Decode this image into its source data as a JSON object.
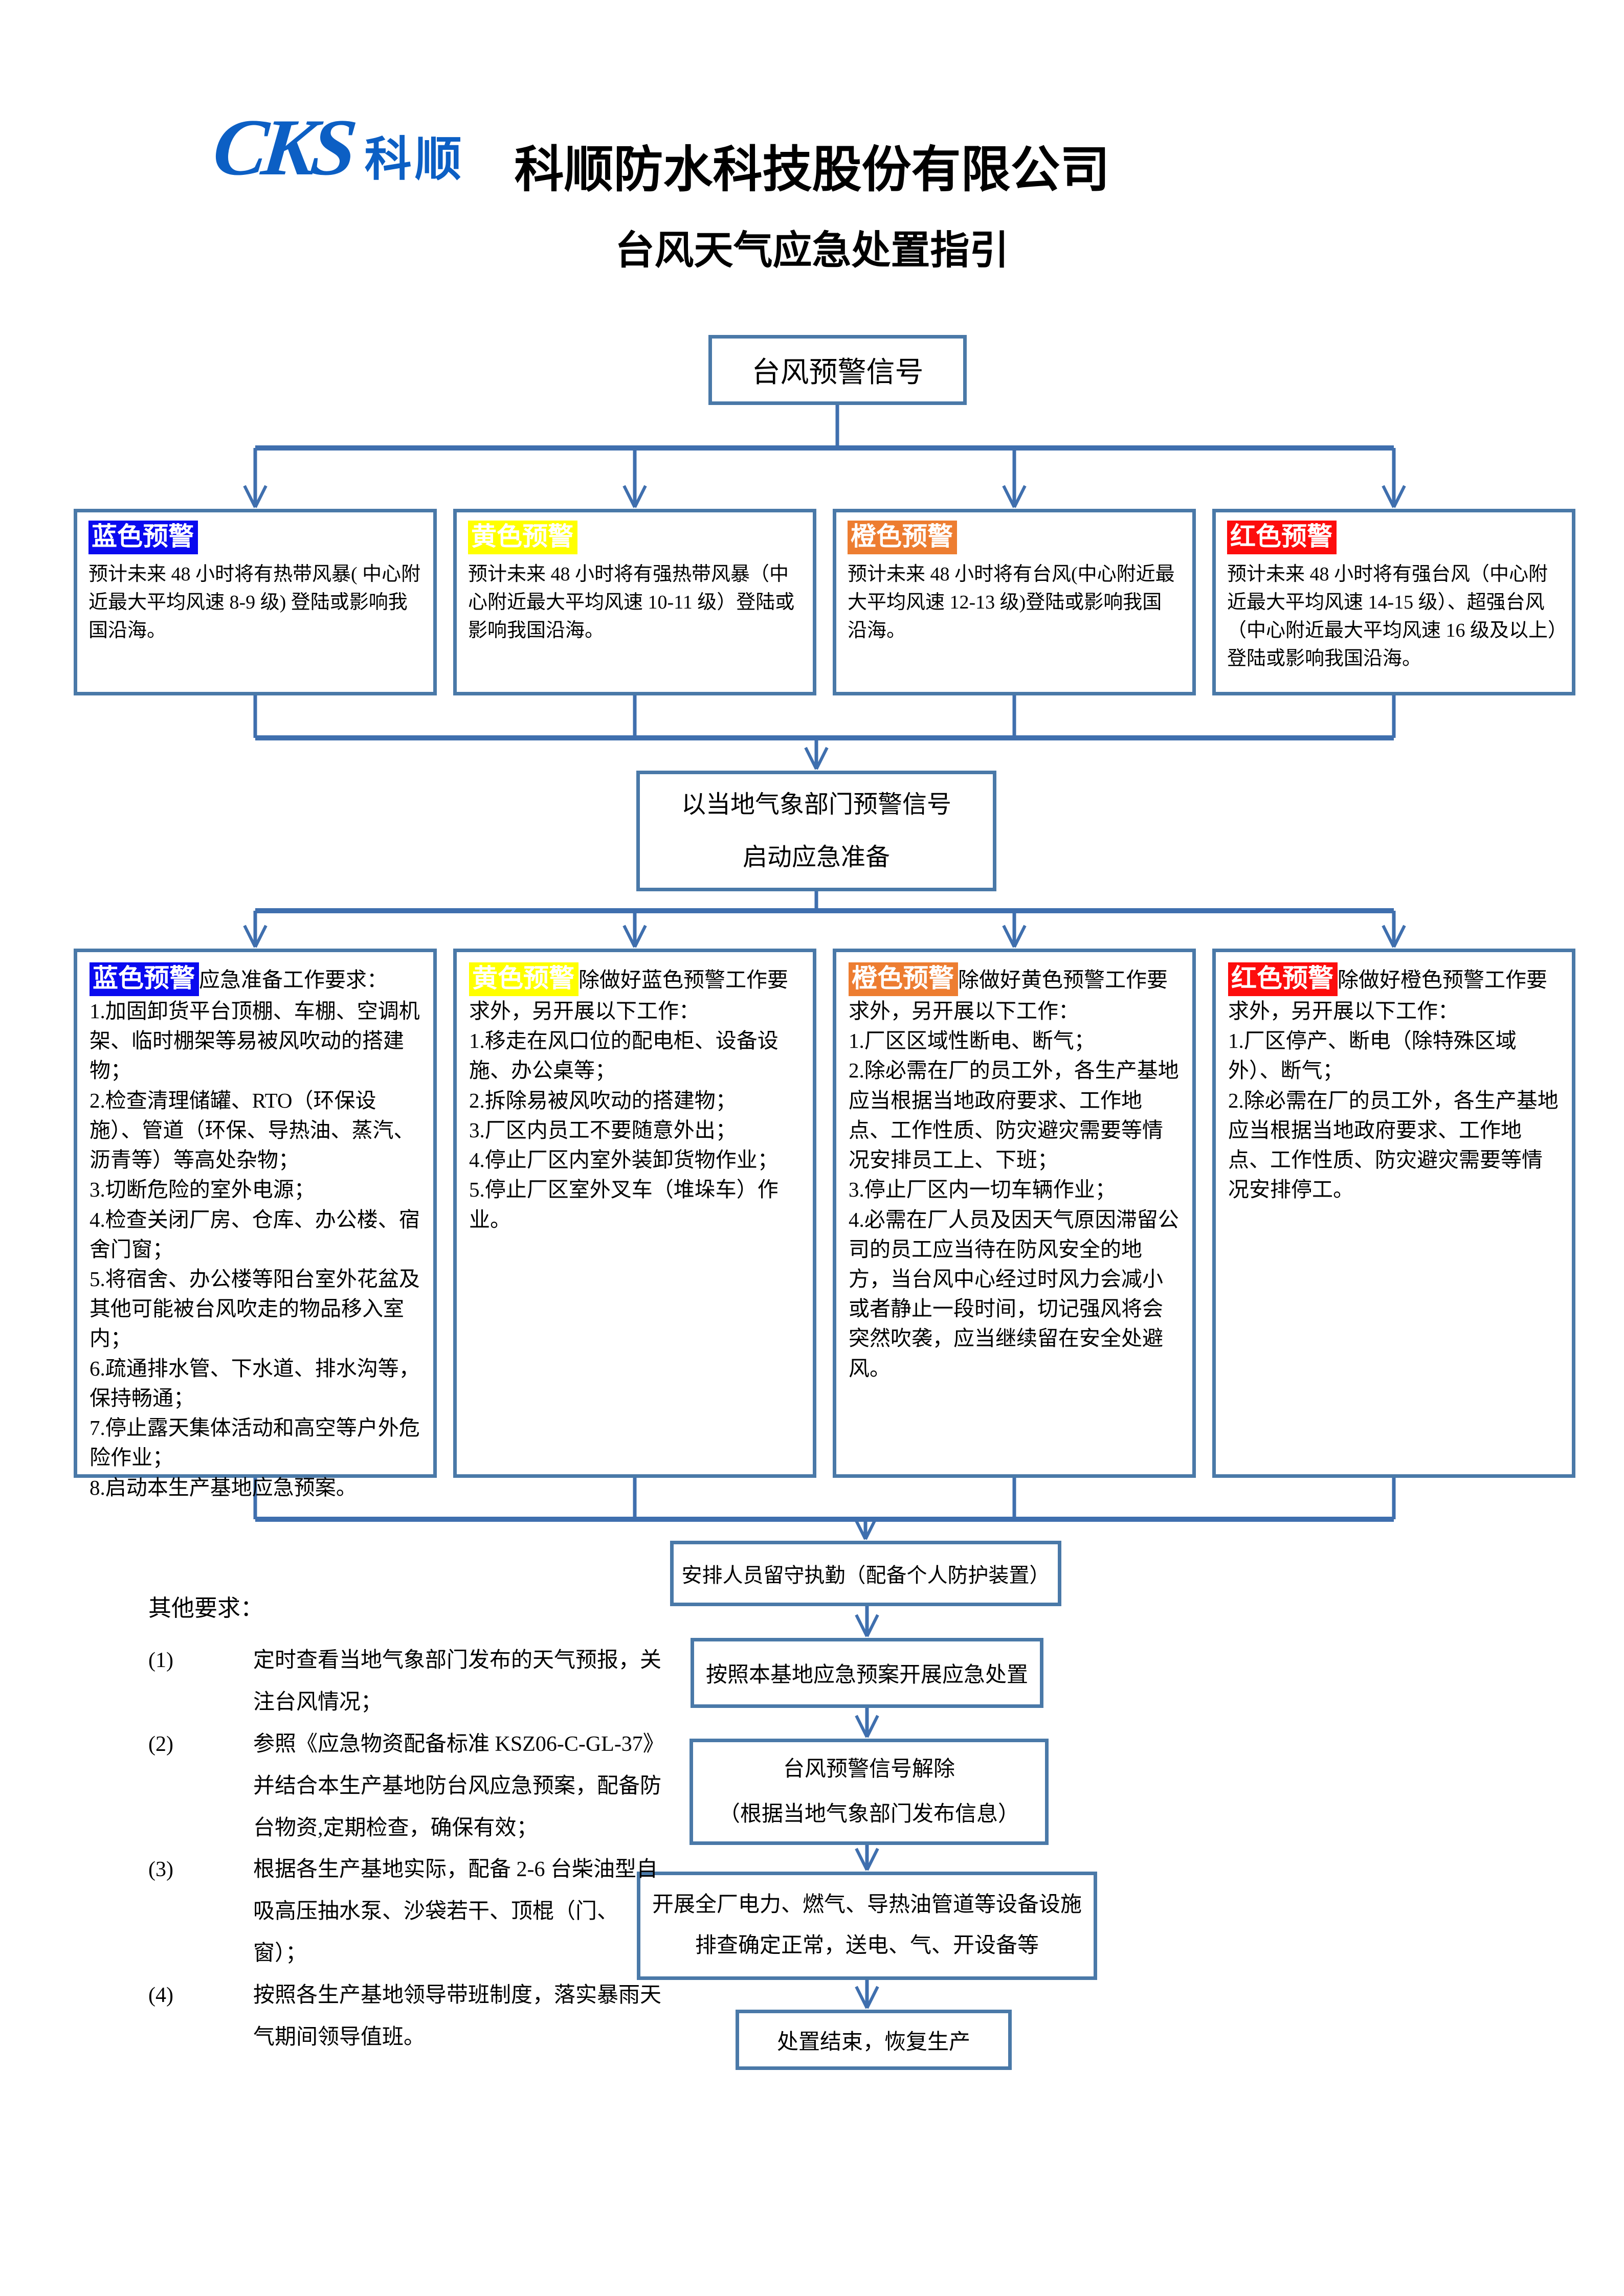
{
  "page": {
    "logo_cks": "CKS",
    "logo_name": "科顺",
    "company": "科顺防水科技股份有限公司",
    "doc_title": "台风天气应急处置指引"
  },
  "colors": {
    "box_border": "#4a79a8",
    "connector": "#3f6fae",
    "blue_warning": "#0a0aef",
    "yellow_warning": "#ffff00",
    "orange_warning": "#ed7d31",
    "red_warning": "#fd0d0d",
    "logo_blue": "#0c5fc4"
  },
  "flow": {
    "start": "台风预警信号",
    "warnings": [
      {
        "label": "蓝色预警",
        "text": "预计未来 48 小时将有热带风暴( 中心附近最大平均风速 8-9 级) 登陆或影响我国沿海。"
      },
      {
        "label": "黄色预警",
        "text": "预计未来 48 小时将有强热带风暴（中心附近最大平均风速 10-11 级）登陆或影响我国沿海。"
      },
      {
        "label": "橙色预警",
        "text": "预计未来 48 小时将有台风(中心附近最大平均风速 12-13 级)登陆或影响我国沿海。"
      },
      {
        "label": "红色预警",
        "text": "预计未来 48 小时将有强台风（中心附近最大平均风速 14-15 级）、超强台风（中心附近最大平均风速 16 级及以上）登陆或影响我国沿海。"
      }
    ],
    "prepare": "以当地气象部门预警信号\n启动应急准备",
    "actions": [
      {
        "label": "蓝色预警",
        "text": "应急准备工作要求：\n1.加固卸货平台顶棚、车棚、空调机架、临时棚架等易被风吹动的搭建物；\n2.检查清理储罐、RTO（环保设施）、管道（环保、导热油、蒸汽、沥青等）等高处杂物；\n3.切断危险的室外电源；\n4.检查关闭厂房、仓库、办公楼、宿舍门窗；\n5.将宿舍、办公楼等阳台室外花盆及其他可能被台风吹走的物品移入室内；\n6.疏通排水管、下水道、排水沟等，保持畅通；\n7.停止露天集体活动和高空等户外危险作业；\n8.启动本生产基地应急预案。"
      },
      {
        "label": "黄色预警",
        "text": "除做好蓝色预警工作要求外，另开展以下工作：\n1.移走在风口位的配电柜、设备设施、办公桌等；\n2.拆除易被风吹动的搭建物；\n3.厂区内员工不要随意外出；\n4.停止厂区内室外装卸货物作业；\n5.停止厂区室外叉车（堆垛车）作业。"
      },
      {
        "label": "橙色预警",
        "text": "除做好黄色预警工作要求外，另开展以下工作：\n1.厂区区域性断电、断气；\n2.除必需在厂的员工外，各生产基地应当根据当地政府要求、工作地点、工作性质、防灾避灾需要等情况安排员工上、下班；\n3.停止厂区内一切车辆作业；\n4.必需在厂人员及因天气原因滞留公司的员工应当待在防风安全的地方，当台风中心经过时风力会减小或者静止一段时间，切记强风将会突然吹袭，应当继续留在安全处避风。"
      },
      {
        "label": "红色预警",
        "text": "除做好橙色预警工作要求外，另开展以下工作：\n1.厂区停产、断电（除特殊区域外）、断气；\n2.除必需在厂的员工外，各生产基地应当根据当地政府要求、工作地点、工作性质、防灾避灾需要等情况安排停工。"
      }
    ],
    "chain": [
      "安排人员留守执勤（配备个人防护装置）",
      "按照本基地应急预案开展应急处置",
      "台风预警信号解除\n（根据当地气象部门发布信息）",
      "开展全厂电力、燃气、导热油管道等设备设施排查确定正常，送电、气、开设备等",
      "处置结束，恢复生产"
    ]
  },
  "other": {
    "heading": "其他要求：",
    "items": [
      {
        "num": "(1)",
        "text": "定时查看当地气象部门发布的天气预报，关注台风情况；"
      },
      {
        "num": "(2)",
        "text": "参照《应急物资配备标准 KSZ06-C-GL-37》并结合本生产基地防台风应急预案，配备防台物资,定期检查，确保有效；"
      },
      {
        "num": "(3)",
        "text": "根据各生产基地实际，配备 2-6 台柴油型自吸高压抽水泵、沙袋若干、顶棍（门、窗）；"
      },
      {
        "num": "(4)",
        "text": "按照各生产基地领导带班制度，落实暴雨天气期间领导值班。"
      }
    ]
  }
}
